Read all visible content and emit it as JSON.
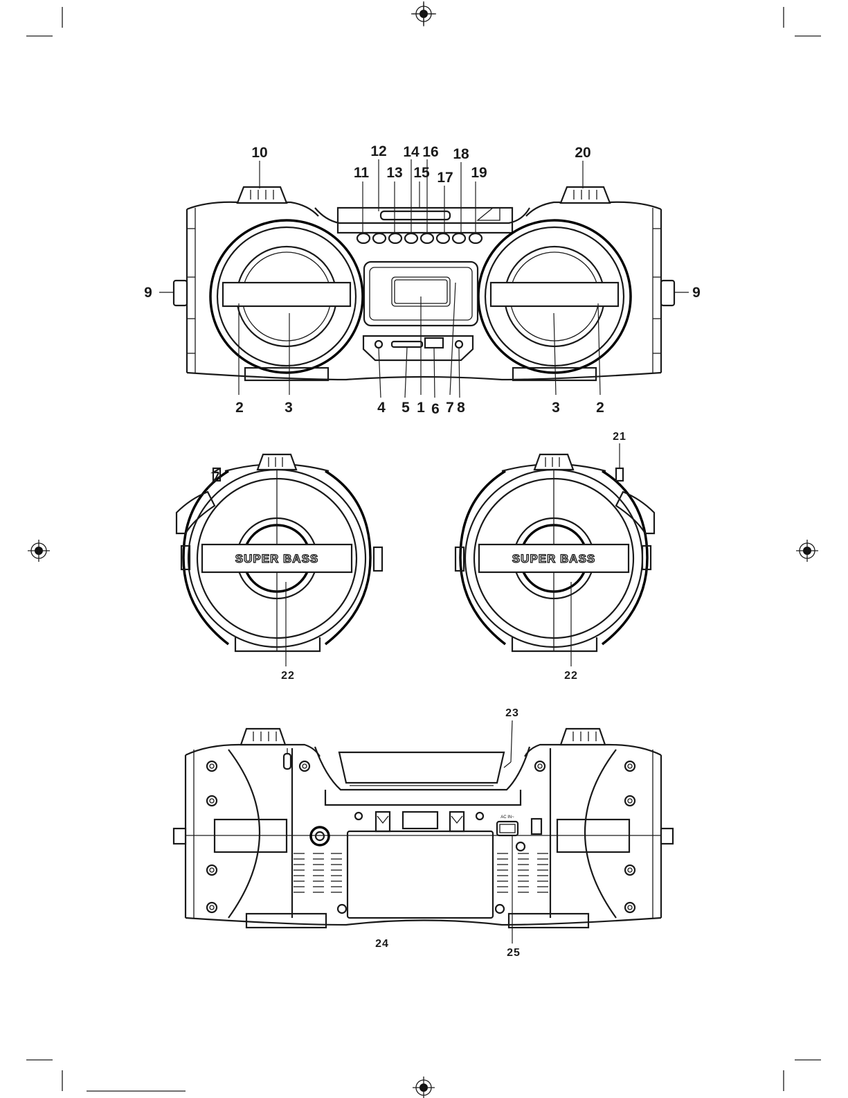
{
  "front_view": {
    "callouts_top": [
      "10",
      "12",
      "14",
      "16",
      "18",
      "20",
      "11",
      "13",
      "15",
      "17",
      "19"
    ],
    "callouts_side": [
      "9",
      "9"
    ],
    "callouts_bottom": [
      "2",
      "3",
      "4",
      "5",
      "1",
      "6",
      "7",
      "8",
      "3",
      "2"
    ]
  },
  "side_views": {
    "logo_text": "SUPER BASS",
    "callouts": [
      "21",
      "22",
      "22"
    ]
  },
  "rear_view": {
    "power_label": "AC IN~",
    "callouts": [
      "23",
      "24",
      "25"
    ]
  }
}
